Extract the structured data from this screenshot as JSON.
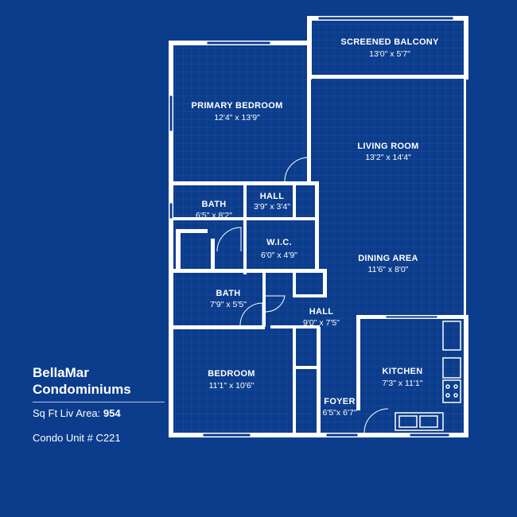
{
  "building": {
    "name_line1": "BellaMar",
    "name_line2": "Condominiums"
  },
  "area": {
    "label": "Sq Ft Liv Area:",
    "value": "954"
  },
  "unit": {
    "label": "Condo Unit # C221"
  },
  "rooms": {
    "screened_balcony": {
      "name": "SCREENED BALCONY",
      "dims": "13'0\" x 5'7\""
    },
    "primary_bedroom": {
      "name": "PRIMARY BEDROOM",
      "dims": "12'4\" x 13'9\""
    },
    "living_room": {
      "name": "LIVING ROOM",
      "dims": "13'2\" x 14'4\""
    },
    "bath_1": {
      "name": "BATH",
      "dims": "6'5\" x 8'2\""
    },
    "hall_1": {
      "name": "HALL",
      "dims": "3'9\" x 3'4\""
    },
    "wic": {
      "name": "W.I.C.",
      "dims": "6'0\" x 4'9\""
    },
    "dining_area": {
      "name": "DINING AREA",
      "dims": "11'6\" x 8'0\""
    },
    "bath_2": {
      "name": "BATH",
      "dims": "7'9\" x 5'5\""
    },
    "hall_2": {
      "name": "HALL",
      "dims": "9'0\" x 7'5\""
    },
    "bedroom": {
      "name": "BEDROOM",
      "dims": "11'1\" x 10'6\""
    },
    "kitchen": {
      "name": "KITCHEN",
      "dims": "7'3\" x 11'1\""
    },
    "foyer": {
      "name": "FOYER",
      "dims": "6'5\"x 6'7\""
    }
  },
  "colors": {
    "background": "#0c3d8c",
    "lines": "#ffffff"
  }
}
